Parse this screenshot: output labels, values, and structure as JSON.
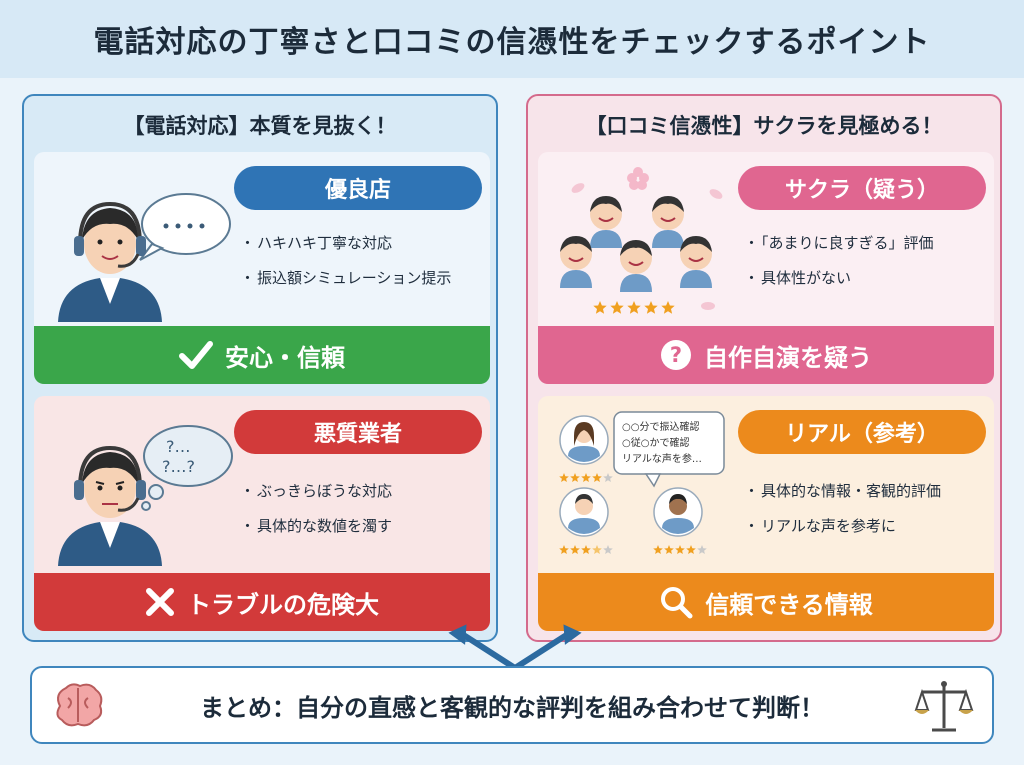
{
  "title": "電話対応の丁寧さと口コミの信憑性をチェックするポイント",
  "left_panel": {
    "title": "【電話対応】本質を見抜く！",
    "good": {
      "badge": "優良店",
      "points": [
        "ハキハキ丁寧な対応",
        "振込額シミュレーション提示"
      ],
      "result": "安心・信頼",
      "bubble": "…."
    },
    "bad": {
      "badge": "悪質業者",
      "points": [
        "ぶっきらぼうな対応",
        "具体的な数値を濁す"
      ],
      "result": "トラブルの危険大",
      "bubble": "?…\n?…?"
    }
  },
  "right_panel": {
    "title": "【口コミ信憑性】サクラを見極める！",
    "fake": {
      "badge": "サクラ（疑う）",
      "points": [
        "「あまりに良すぎる」評価",
        "具体性がない"
      ],
      "result": "自作自演を疑う",
      "rating": 5
    },
    "real": {
      "badge": "リアル（参考）",
      "points": [
        "具体的な情報・客観的評価",
        "リアルな声を参考に"
      ],
      "result": "信頼できる情報",
      "bubble_lines": [
        "○○分で振込確認",
        "○従○かで確認",
        "リアルな声を参…"
      ],
      "ratings": [
        4,
        3.5,
        4
      ]
    }
  },
  "summary": "まとめ：自分の直感と客観的な評判を組み合わせて判断！",
  "colors": {
    "blue": "#2f74b5",
    "green": "#3aa64a",
    "red": "#d23a3a",
    "pink": "#e06690",
    "orange": "#ec8a1c",
    "star": "#f0a020"
  }
}
